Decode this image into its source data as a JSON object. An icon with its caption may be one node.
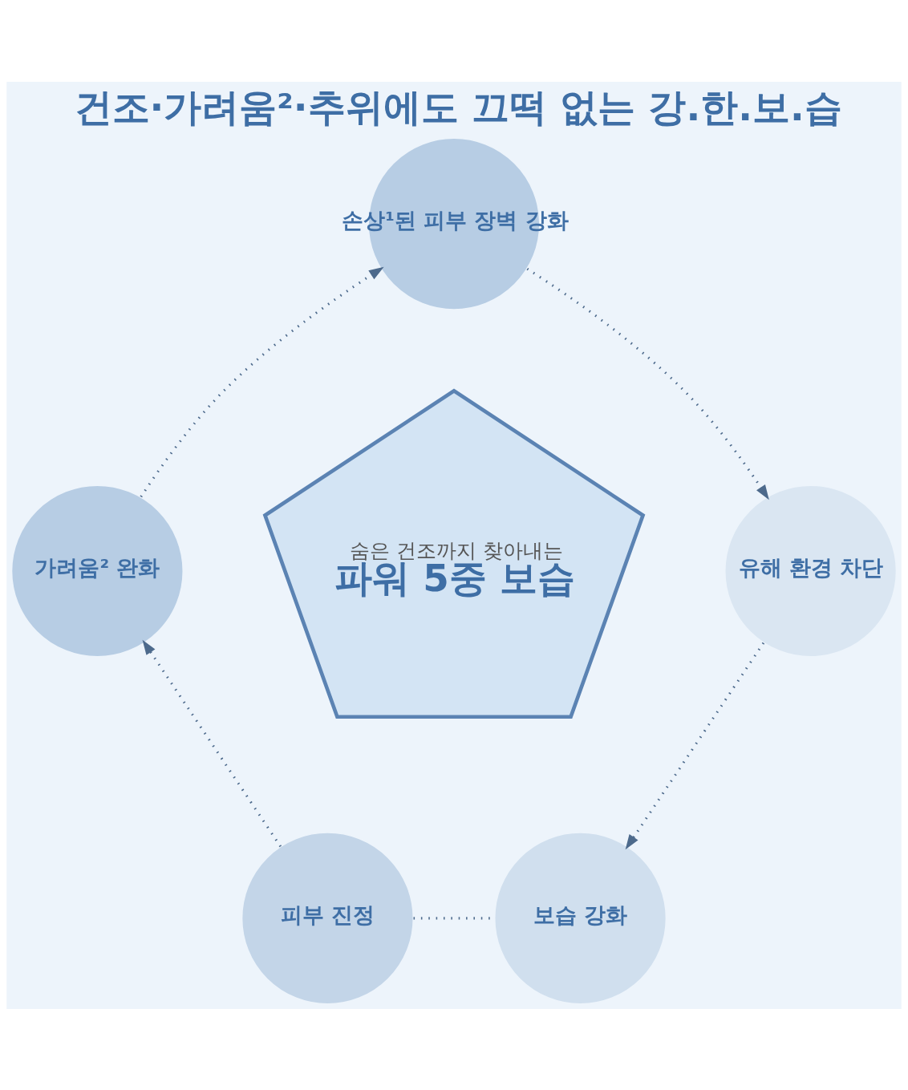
{
  "diagram": {
    "title": "건조·가려움²·추위에도 끄떡 없는 강.한.보.습",
    "nodes": [
      {
        "text": [
          "손상¹된 피부 장벽 강화"
        ]
      },
      {
        "text": [
          "가려움² 완화"
        ]
      },
      {
        "text": [
          "숨은 건조까지 찾아내는",
          "파워 5중 보습"
        ]
      },
      {
        "text": [
          "유해 환경 차단"
        ]
      },
      {
        "text": [
          "피부 진정"
        ]
      },
      {
        "text": [
          "보습 강화"
        ]
      }
    ],
    "edges": [
      {
        "from": 0,
        "to": 3,
        "arrow": "to"
      },
      {
        "from": 3,
        "to": 5,
        "arrow": "to"
      },
      {
        "from": 4,
        "to": 5,
        "arrow": "none"
      },
      {
        "from": 4,
        "to": 1,
        "arrow": "to"
      },
      {
        "from": 1,
        "to": 0,
        "arrow": "to"
      }
    ]
  }
}
